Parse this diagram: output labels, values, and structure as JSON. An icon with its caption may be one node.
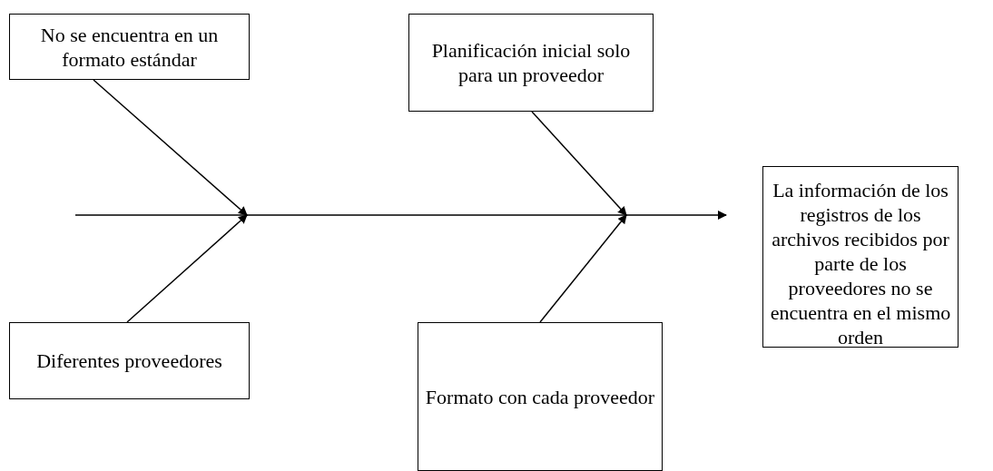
{
  "diagram": {
    "nodes": [
      {
        "text": [
          "No se encuentra en un formato estándar"
        ]
      },
      {
        "text": [
          "Planificación inicial solo para un proveedor"
        ]
      },
      {
        "text": [
          "La información de los registros de los archivos recibidos por parte de los proveedores no se encuentra en el mismo orden"
        ]
      },
      {
        "text": [
          "Diferentes proveedores"
        ]
      },
      {
        "text": [
          "Formato con cada proveedor"
        ]
      }
    ],
    "edges": [
      {
        "from": null,
        "to": 2,
        "arrow": "to"
      },
      {
        "from": 0,
        "to": null,
        "arrow": "to"
      },
      {
        "from": 3,
        "to": null,
        "arrow": "to"
      },
      {
        "from": 1,
        "to": null,
        "arrow": "to"
      },
      {
        "from": 4,
        "to": null,
        "arrow": "to"
      }
    ]
  }
}
